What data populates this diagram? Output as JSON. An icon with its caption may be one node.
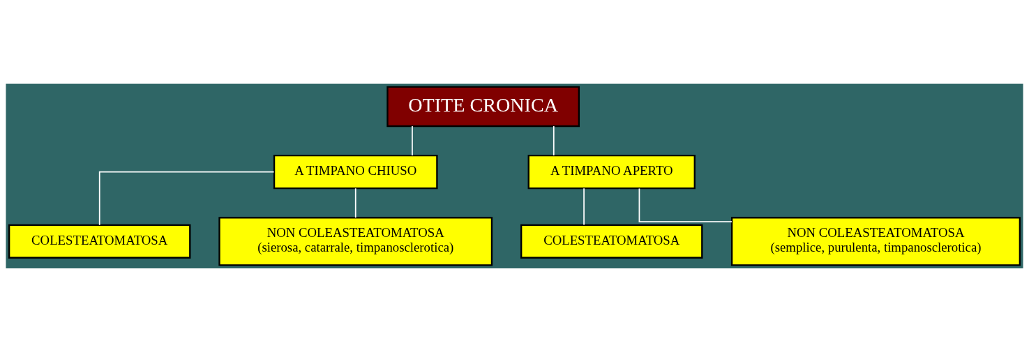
{
  "diagram": {
    "nodes": [
      {
        "text": [
          "OTITE CRONICA"
        ]
      },
      {
        "text": [
          "A TIMPANO CHIUSO"
        ]
      },
      {
        "text": [
          "A TIMPANO APERTO"
        ]
      },
      {
        "text": [
          "COLESTEATOMATOSA"
        ]
      },
      {
        "text": [
          "NON COLEASTEATOMATOSA",
          "(sierosa, catarrale, timpanosclerotica)"
        ]
      },
      {
        "text": [
          "COLESTEATOMATOSA"
        ]
      },
      {
        "text": [
          "NON COLEASTEATOMATOSA",
          "(semplice, purulenta, timpanosclerotica)"
        ]
      }
    ],
    "edges": [
      {
        "from": 0,
        "to": 1,
        "arrow": "none"
      },
      {
        "from": 0,
        "to": 2,
        "arrow": "none"
      },
      {
        "from": 1,
        "to": 3,
        "arrow": "none"
      },
      {
        "from": 1,
        "to": 4,
        "arrow": "none"
      },
      {
        "from": 2,
        "to": 5,
        "arrow": "none"
      },
      {
        "from": 2,
        "to": 6,
        "arrow": "none"
      }
    ]
  }
}
